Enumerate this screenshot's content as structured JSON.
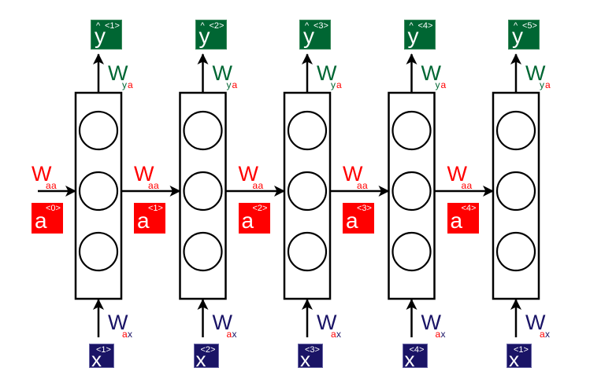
{
  "colors": {
    "output": "#006633",
    "activation": "#ff0000",
    "input": "#1a1466",
    "stroke": "#000000"
  },
  "diagram": {
    "title": "Unrolled recurrent neural network",
    "units_per_cell": 3,
    "cells": [
      {
        "index": 1,
        "output": {
          "symbol": "y",
          "hat": "^",
          "superscript": "<1>"
        },
        "input": {
          "symbol": "x",
          "superscript": "<1>"
        }
      },
      {
        "index": 2,
        "output": {
          "symbol": "y",
          "hat": "^",
          "superscript": "<2>"
        },
        "input": {
          "symbol": "x",
          "superscript": "<2>"
        }
      },
      {
        "index": 3,
        "output": {
          "symbol": "y",
          "hat": "^",
          "superscript": "<3>"
        },
        "input": {
          "symbol": "x",
          "superscript": "<3>"
        }
      },
      {
        "index": 4,
        "output": {
          "symbol": "y",
          "hat": "^",
          "superscript": "<4>"
        },
        "input": {
          "symbol": "x",
          "superscript": "<4>"
        }
      },
      {
        "index": 5,
        "output": {
          "symbol": "y",
          "hat": "^",
          "superscript": "<5>"
        },
        "input": {
          "symbol": "x",
          "superscript": "<1>"
        }
      }
    ],
    "activations": [
      {
        "symbol": "a",
        "superscript": "<0>"
      },
      {
        "symbol": "a",
        "superscript": "<1>"
      },
      {
        "symbol": "a",
        "superscript": "<2>"
      },
      {
        "symbol": "a",
        "superscript": "<3>"
      },
      {
        "symbol": "a",
        "superscript": "<4>"
      }
    ],
    "weights": {
      "output": {
        "symbol": "W",
        "sub_first": "y",
        "sub_second": "a"
      },
      "recurrent": {
        "symbol": "W",
        "sub_first": "a",
        "sub_second": "a"
      },
      "input": {
        "symbol": "W",
        "sub_first": "a",
        "sub_second": "x"
      }
    }
  }
}
